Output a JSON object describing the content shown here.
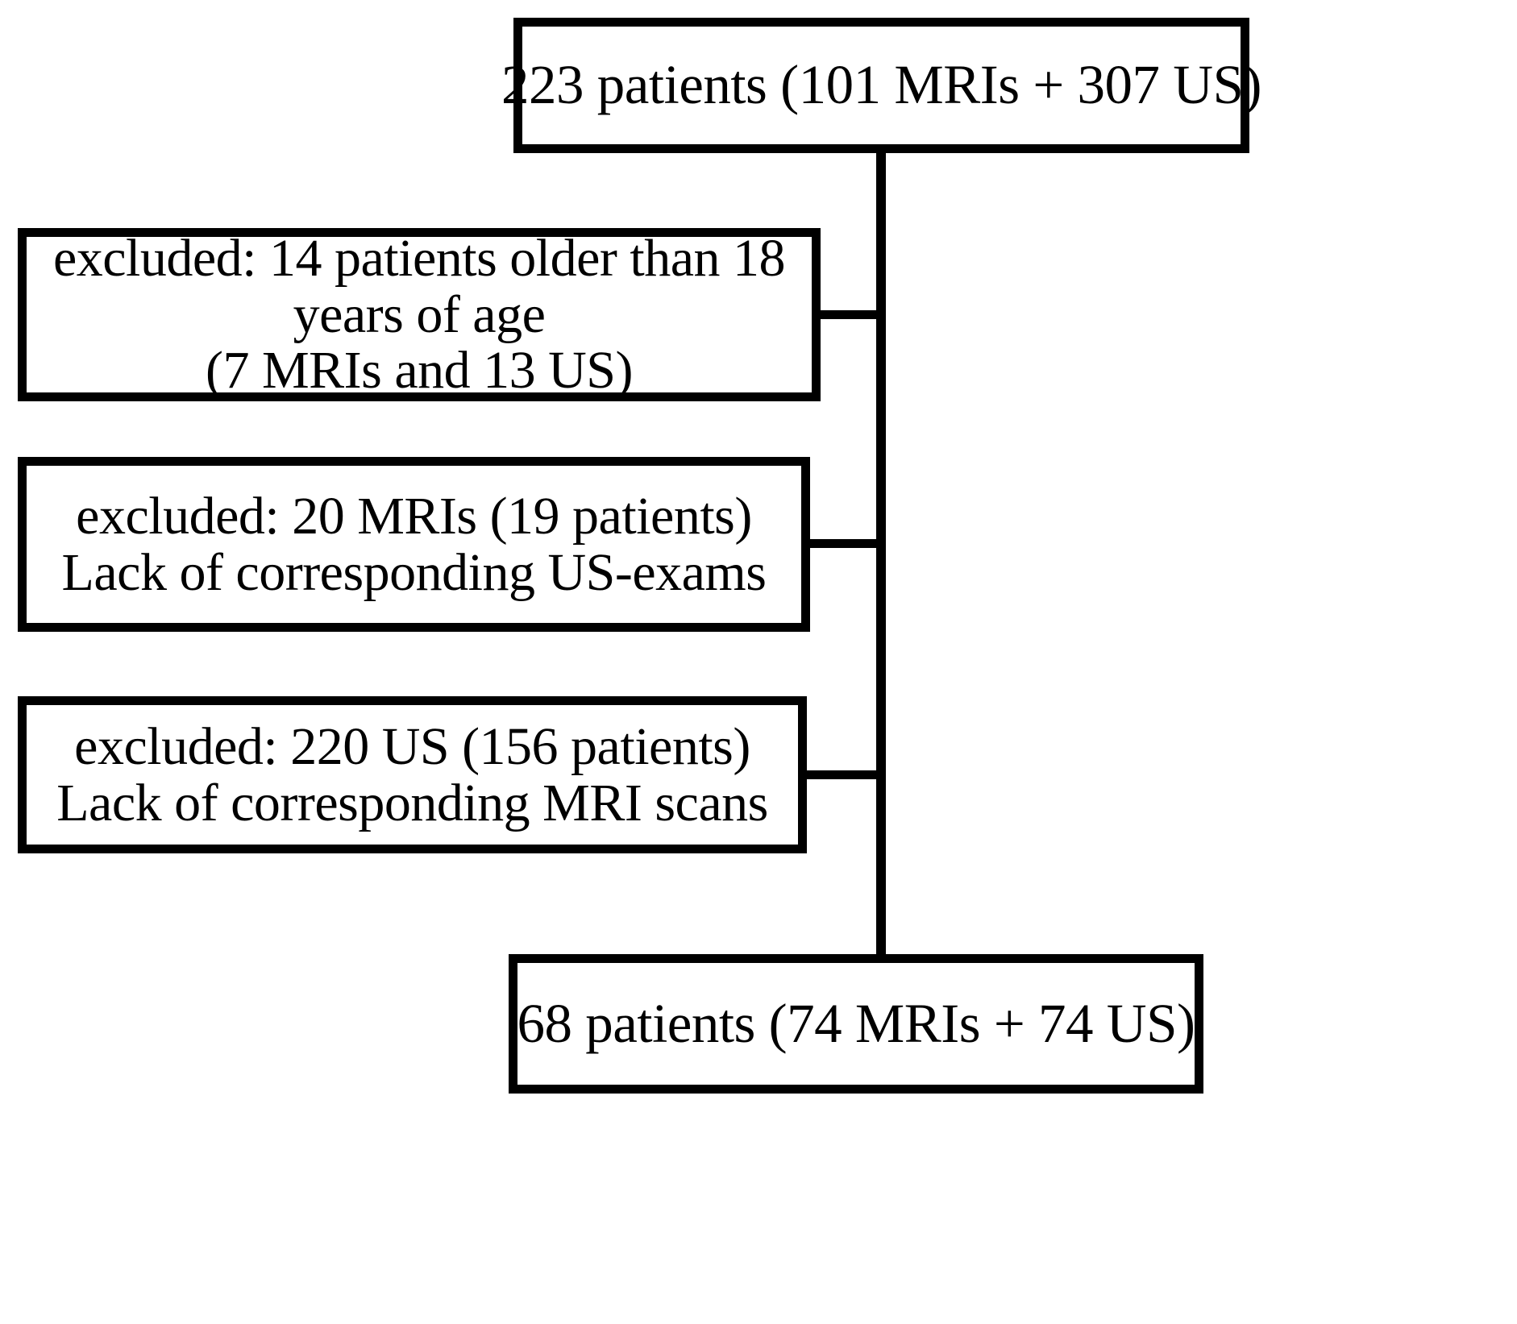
{
  "diagram": {
    "title": "Patient and imaging study selection flowchart",
    "orientation": "top-to-bottom",
    "stroke_color": "#000000",
    "fill_color": "#ffffff",
    "nodes": {
      "top": {
        "id": "enrolled-cohort",
        "lines": [
          "223 patients (101 MRIs + 307 US)"
        ],
        "totals": {
          "patients": 223,
          "mris": 101,
          "us": 307
        }
      },
      "excluded_1": {
        "id": "excluded-age",
        "lines": [
          "excluded: 14 patients older than 18",
          "years of age",
          "(7 MRIs and 13 US)"
        ],
        "totals": {
          "patients": 14,
          "mris": 7,
          "us": 13,
          "age_threshold": 18
        }
      },
      "excluded_2": {
        "id": "excluded-no-us",
        "lines": [
          "excluded: 20 MRIs (19 patients)",
          "Lack of corresponding US-exams"
        ],
        "totals": {
          "mris": 20,
          "patients": 19
        }
      },
      "excluded_3": {
        "id": "excluded-no-mri",
        "lines": [
          "excluded: 220 US (156 patients)",
          "Lack of corresponding MRI scans"
        ],
        "totals": {
          "us": 220,
          "patients": 156
        }
      },
      "bottom": {
        "id": "final-cohort",
        "lines": [
          "68 patients (74 MRIs + 74 US)"
        ],
        "totals": {
          "patients": 68,
          "mris": 74,
          "us": 74
        }
      }
    },
    "connectors": [
      {
        "id": "trunk-main",
        "from": "enrolled-cohort",
        "to": "final-cohort",
        "type": "vertical"
      },
      {
        "id": "stub-1",
        "from": "trunk-main",
        "to": "excluded-age",
        "type": "horizontal"
      },
      {
        "id": "stub-2",
        "from": "trunk-main",
        "to": "excluded-no-us",
        "type": "horizontal"
      },
      {
        "id": "stub-3",
        "from": "trunk-main",
        "to": "excluded-no-mri",
        "type": "horizontal"
      }
    ]
  }
}
